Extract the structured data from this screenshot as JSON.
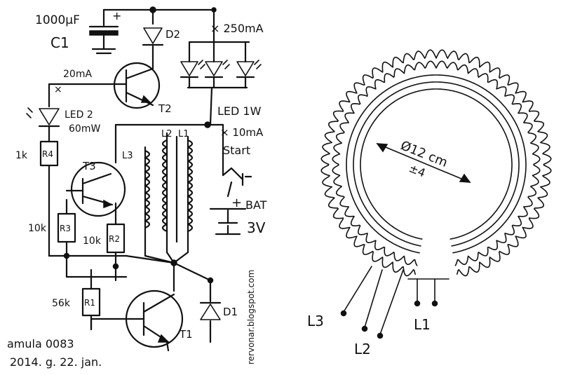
{
  "schematic": {
    "c1": {
      "value": "1000μF",
      "name": "C1",
      "plus": "+"
    },
    "d1": "D1",
    "d2": "D2",
    "t1": "T1",
    "t2": "T2",
    "t3": "T3",
    "led1w": {
      "current": "× 250mA",
      "name": "LED 1W"
    },
    "led2": {
      "name": "LED 2",
      "power": "60mW",
      "current": "20mA"
    },
    "r1": {
      "name": "R1",
      "value": "56k"
    },
    "r2": {
      "name": "R2",
      "value": "10k"
    },
    "r3": {
      "name": "R3",
      "value": "10k"
    },
    "r4": {
      "name": "R4",
      "value": "1k"
    },
    "l1": "L1",
    "l2": "L2",
    "l3": "L3",
    "start": {
      "current": "× 10mA",
      "label": "Start"
    },
    "battery": {
      "plus": "+",
      "name": "BAT",
      "voltage": "3V"
    },
    "watermark": "rervonar.blogspot.com",
    "author": "amula 0083",
    "date": "2014. g.  22. jan."
  },
  "coil": {
    "diameter": "Ø12 cm",
    "turns": "±4",
    "l1": "L1",
    "l2": "L2",
    "l3": "L3"
  }
}
